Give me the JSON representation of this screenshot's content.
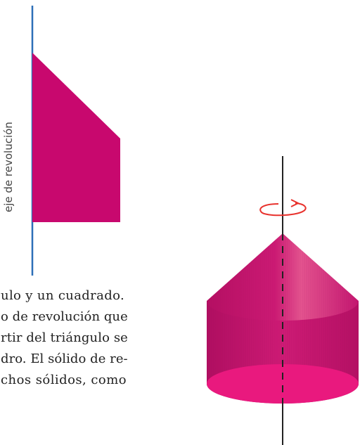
{
  "axis_label": "eje de revolución",
  "body_text": {
    "lines": [
      "ulo y un cuadrado.",
      "o de revolución que",
      "rtir del triángulo se",
      "dro. El sólido de re-",
      "chos sólidos, como"
    ]
  },
  "colors": {
    "shape_fill": "#c8086e",
    "axis_line": "#2c6fb7",
    "rotation_arrow": "#e8322d",
    "solid_top": "#c6156f",
    "solid_side": "#cc1a74",
    "solid_bottom": "#e9197e",
    "axis_black": "#222222"
  }
}
